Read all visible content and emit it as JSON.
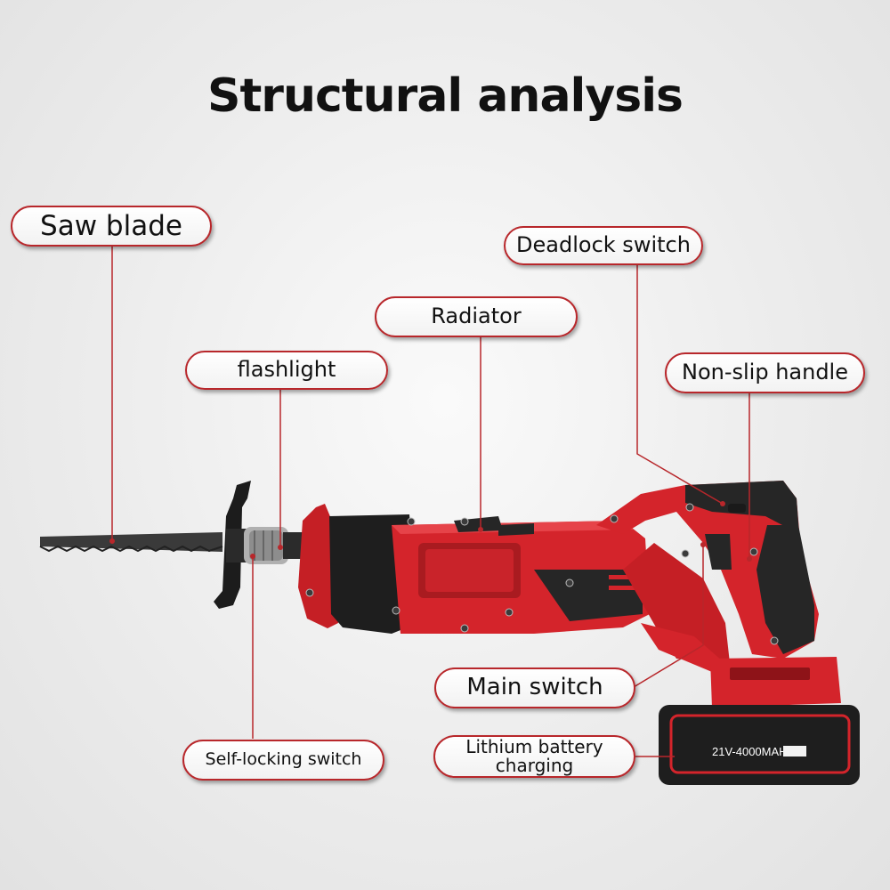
{
  "title": "Structural analysis",
  "labels": {
    "saw_blade": "Saw blade",
    "deadlock_switch": "Deadlock switch",
    "radiator": "Radiator",
    "flashlight": "flashlight",
    "non_slip_handle": "Non-slip handle",
    "main_switch": "Main switch",
    "lithium_battery_line1": "Lithium battery",
    "lithium_battery_line2": "charging",
    "self_locking_switch": "Self-locking switch"
  },
  "battery_text": "21V-4000MAH",
  "colors": {
    "body_red": "#d4242b",
    "dark_red": "#8e1318",
    "rubber_black": "#262626",
    "leader_line": "#b8272b",
    "label_border": "#b8272b"
  }
}
